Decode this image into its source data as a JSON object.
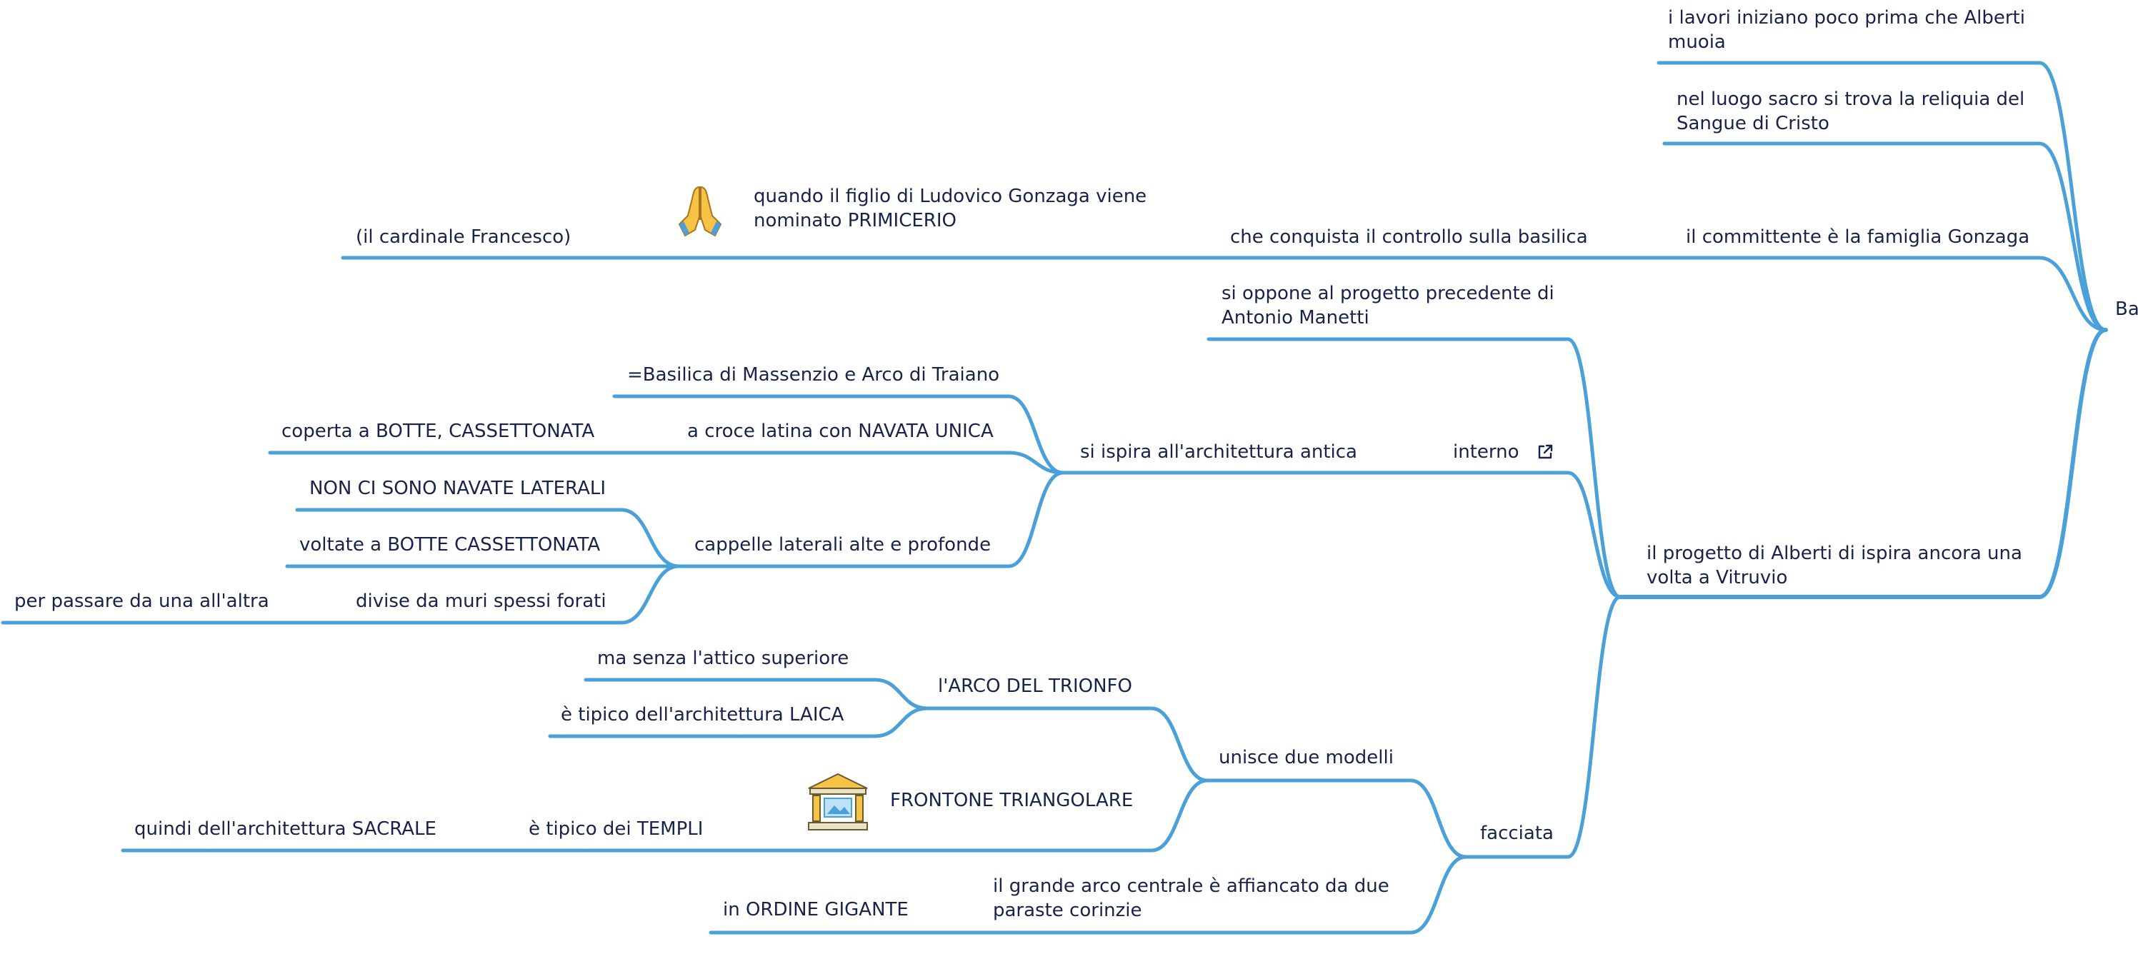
{
  "colors": {
    "branch": "#4aa0d8",
    "text": "#16244a"
  },
  "icons": {
    "praying_hands": "praying-hands-emoji",
    "temple": "classical-building-emoji",
    "external_link": "external-link-icon"
  },
  "nodes": {
    "root": "Ba",
    "lavori": "i lavori iniziano poco prima che Alberti muoia",
    "reliquia": "nel luogo sacro si trova la reliquia del Sangue di Cristo",
    "committente": "il committente è la famiglia Gonzaga",
    "conquista": "che conquista il controllo sulla basilica",
    "figlio": "quando il figlio di Ludovico Gonzaga viene nominato PRIMICERIO",
    "cardinale": "(il cardinale Francesco)",
    "oppone": "si oppone al progetto precedente di Antonio Manetti",
    "progetto": "il progetto di Alberti di ispira ancora una volta a Vitruvio",
    "interno": "interno",
    "ispira": "si ispira all'architettura antica",
    "massenzio": "=Basilica di Massenzio e Arco di Traiano",
    "croce": "a croce latina con NAVATA UNICA",
    "coperta": "coperta a BOTTE, CASSETTONATA",
    "cappelle": "cappelle laterali alte e profonde",
    "non_navate": "NON CI SONO NAVATE LATERALI",
    "voltate": "voltate a BOTTE CASSETTONATA",
    "divise": "divise da muri spessi forati",
    "passare": "per passare da una all'altra",
    "facciata": "facciata",
    "unisce": "unisce due modelli",
    "arco_trionfo": "l'ARCO DEL TRIONFO",
    "attico": "ma senza l'attico superiore",
    "laica": "è tipico dell'architettura LAICA",
    "frontone": "FRONTONE TRIANGOLARE",
    "templi": "è tipico dei TEMPLI",
    "sacrale": "quindi dell'architettura SACRALE",
    "grande_arco": "il grande arco centrale è affiancato da due paraste corinzie",
    "ordine": "in ORDINE GIGANTE"
  }
}
